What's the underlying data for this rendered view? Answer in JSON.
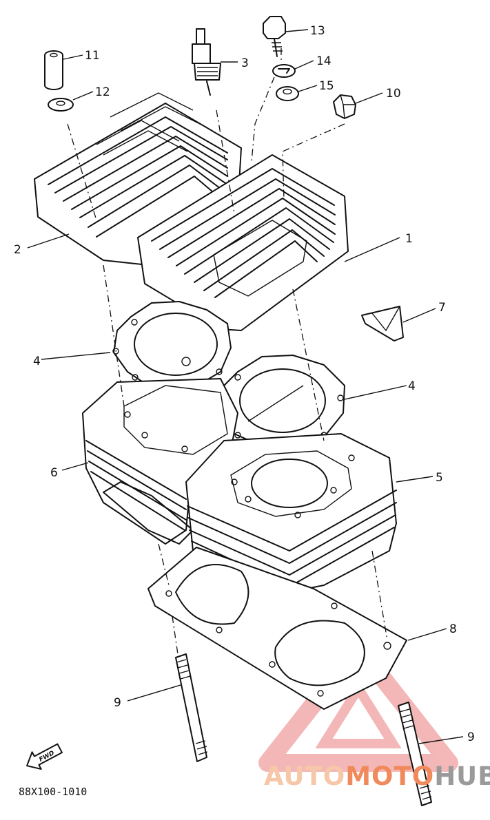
{
  "diagram": {
    "callouts": [
      {
        "id": "c1",
        "label": "1"
      },
      {
        "id": "c2",
        "label": "2"
      },
      {
        "id": "c3",
        "label": "3"
      },
      {
        "id": "c4a",
        "label": "4"
      },
      {
        "id": "c4b",
        "label": "4"
      },
      {
        "id": "c5",
        "label": "5"
      },
      {
        "id": "c6",
        "label": "6"
      },
      {
        "id": "c7",
        "label": "7"
      },
      {
        "id": "c8",
        "label": "8"
      },
      {
        "id": "c9a",
        "label": "9"
      },
      {
        "id": "c9b",
        "label": "9"
      },
      {
        "id": "c10",
        "label": "10"
      },
      {
        "id": "c11",
        "label": "11"
      },
      {
        "id": "c12",
        "label": "12"
      },
      {
        "id": "c13",
        "label": "13"
      },
      {
        "id": "c14",
        "label": "14"
      },
      {
        "id": "c15",
        "label": "15"
      }
    ],
    "front_marker": "FWD",
    "drawing_code": "88X100-1010"
  },
  "watermark": {
    "part1": "AUTO",
    "part2": "MOTO",
    "part3": "HUB",
    "colors": {
      "accent": "#f08a5d",
      "pale": "#f6c7a8",
      "gray": "#9a9a9a",
      "triangle": "#f0a0a0"
    }
  }
}
